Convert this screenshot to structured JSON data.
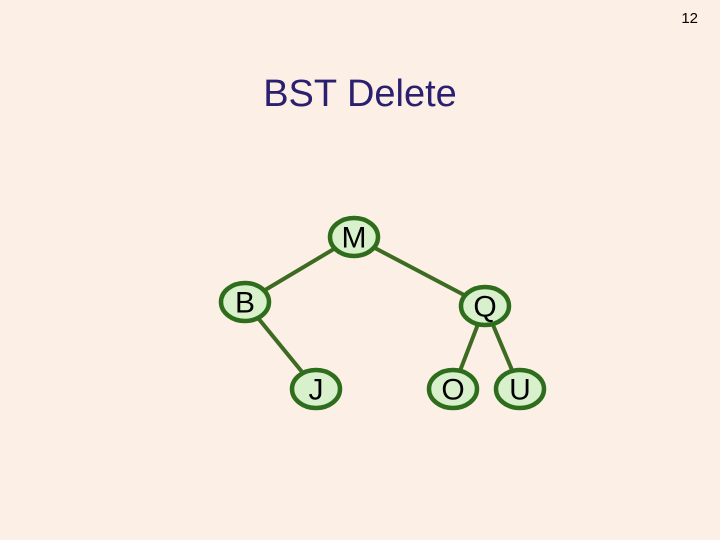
{
  "slide": {
    "page_number": "12",
    "title": "BST Delete",
    "background": "#fcefe6",
    "title_color": "#2b2070",
    "node_fill": "#d8f0cc",
    "node_stroke": "#2e6d1c",
    "edge_color": "#3d6b22"
  },
  "tree": {
    "nodes": [
      {
        "id": "M",
        "label": "M"
      },
      {
        "id": "B",
        "label": "B"
      },
      {
        "id": "Q",
        "label": "Q"
      },
      {
        "id": "J",
        "label": "J"
      },
      {
        "id": "O",
        "label": "O"
      },
      {
        "id": "U",
        "label": "U"
      }
    ],
    "edges": [
      {
        "from": "M",
        "to": "B"
      },
      {
        "from": "M",
        "to": "Q"
      },
      {
        "from": "B",
        "to": "J"
      },
      {
        "from": "Q",
        "to": "O"
      },
      {
        "from": "Q",
        "to": "U"
      }
    ]
  }
}
